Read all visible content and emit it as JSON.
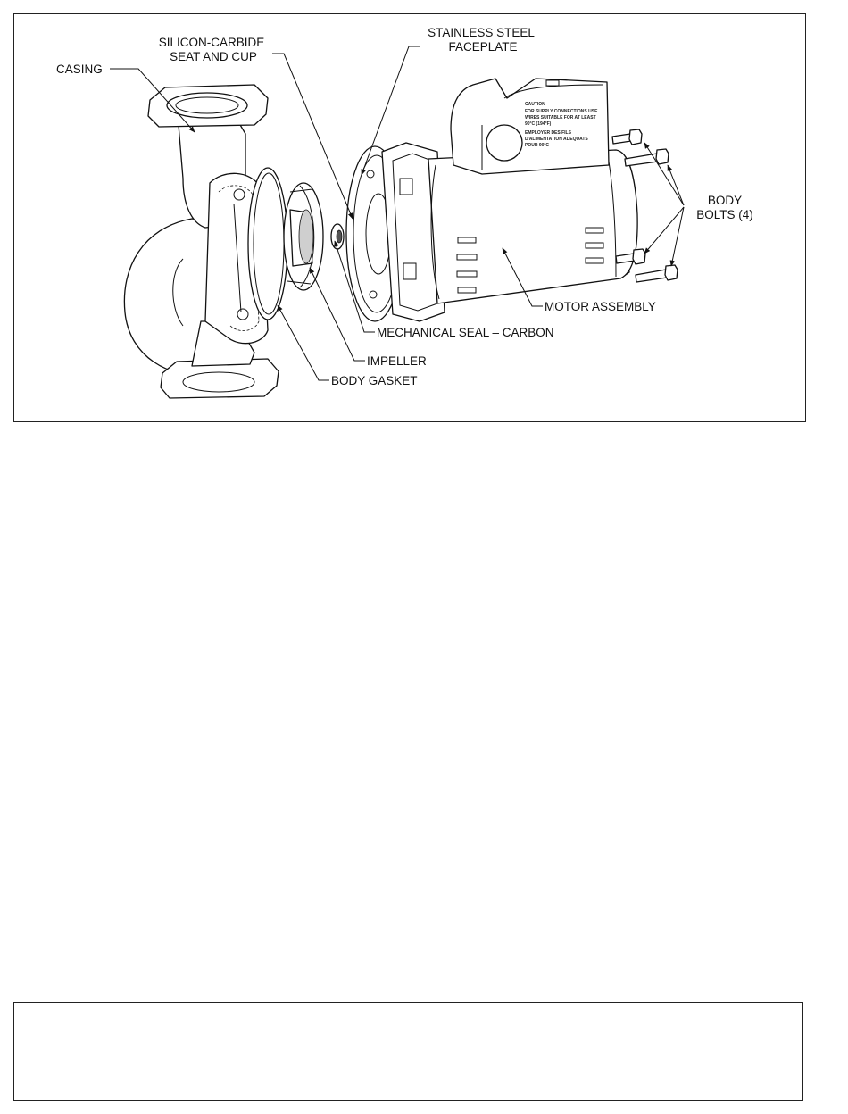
{
  "figure": {
    "labels": {
      "casing": "CASING",
      "seat_cup_line1": "SILICON-CARBIDE",
      "seat_cup_line2": "SEAT AND CUP",
      "faceplate_line1": "STAINLESS STEEL",
      "faceplate_line2": "FACEPLATE",
      "body_bolts_line1": "BODY",
      "body_bolts_line2": "BOLTS (4)",
      "motor_assembly": "MOTOR ASSEMBLY",
      "mechanical_seal": "MECHANICAL SEAL – CARBON",
      "impeller": "IMPELLER",
      "body_gasket": "BODY GASKET"
    },
    "caution_plate": [
      "CAUTION",
      "FOR SUPPLY CONNECTIONS USE",
      "WIRES SUITABLE FOR AT LEAST",
      "90°C (194°F)",
      "EMPLOYER DES FILS",
      "D'ALIMENTATION ADEQUATS",
      "POUR 90°C"
    ]
  }
}
